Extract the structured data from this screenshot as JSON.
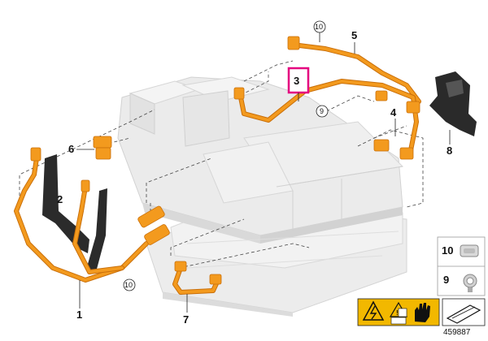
{
  "callouts": {
    "c1": "1",
    "c2": "2",
    "c3": "3",
    "c4": "4",
    "c5": "5",
    "c6": "6",
    "c7": "7",
    "c8": "8",
    "c9": "9",
    "c10": "10",
    "c10b": "10"
  },
  "legend": {
    "item10": "10",
    "item9": "9"
  },
  "reference_number": "459887",
  "colors": {
    "cable": "#f39a1e",
    "cable_dark": "#c96f0a",
    "battery": "#e8e8e8",
    "highlight": "#e4007f"
  }
}
